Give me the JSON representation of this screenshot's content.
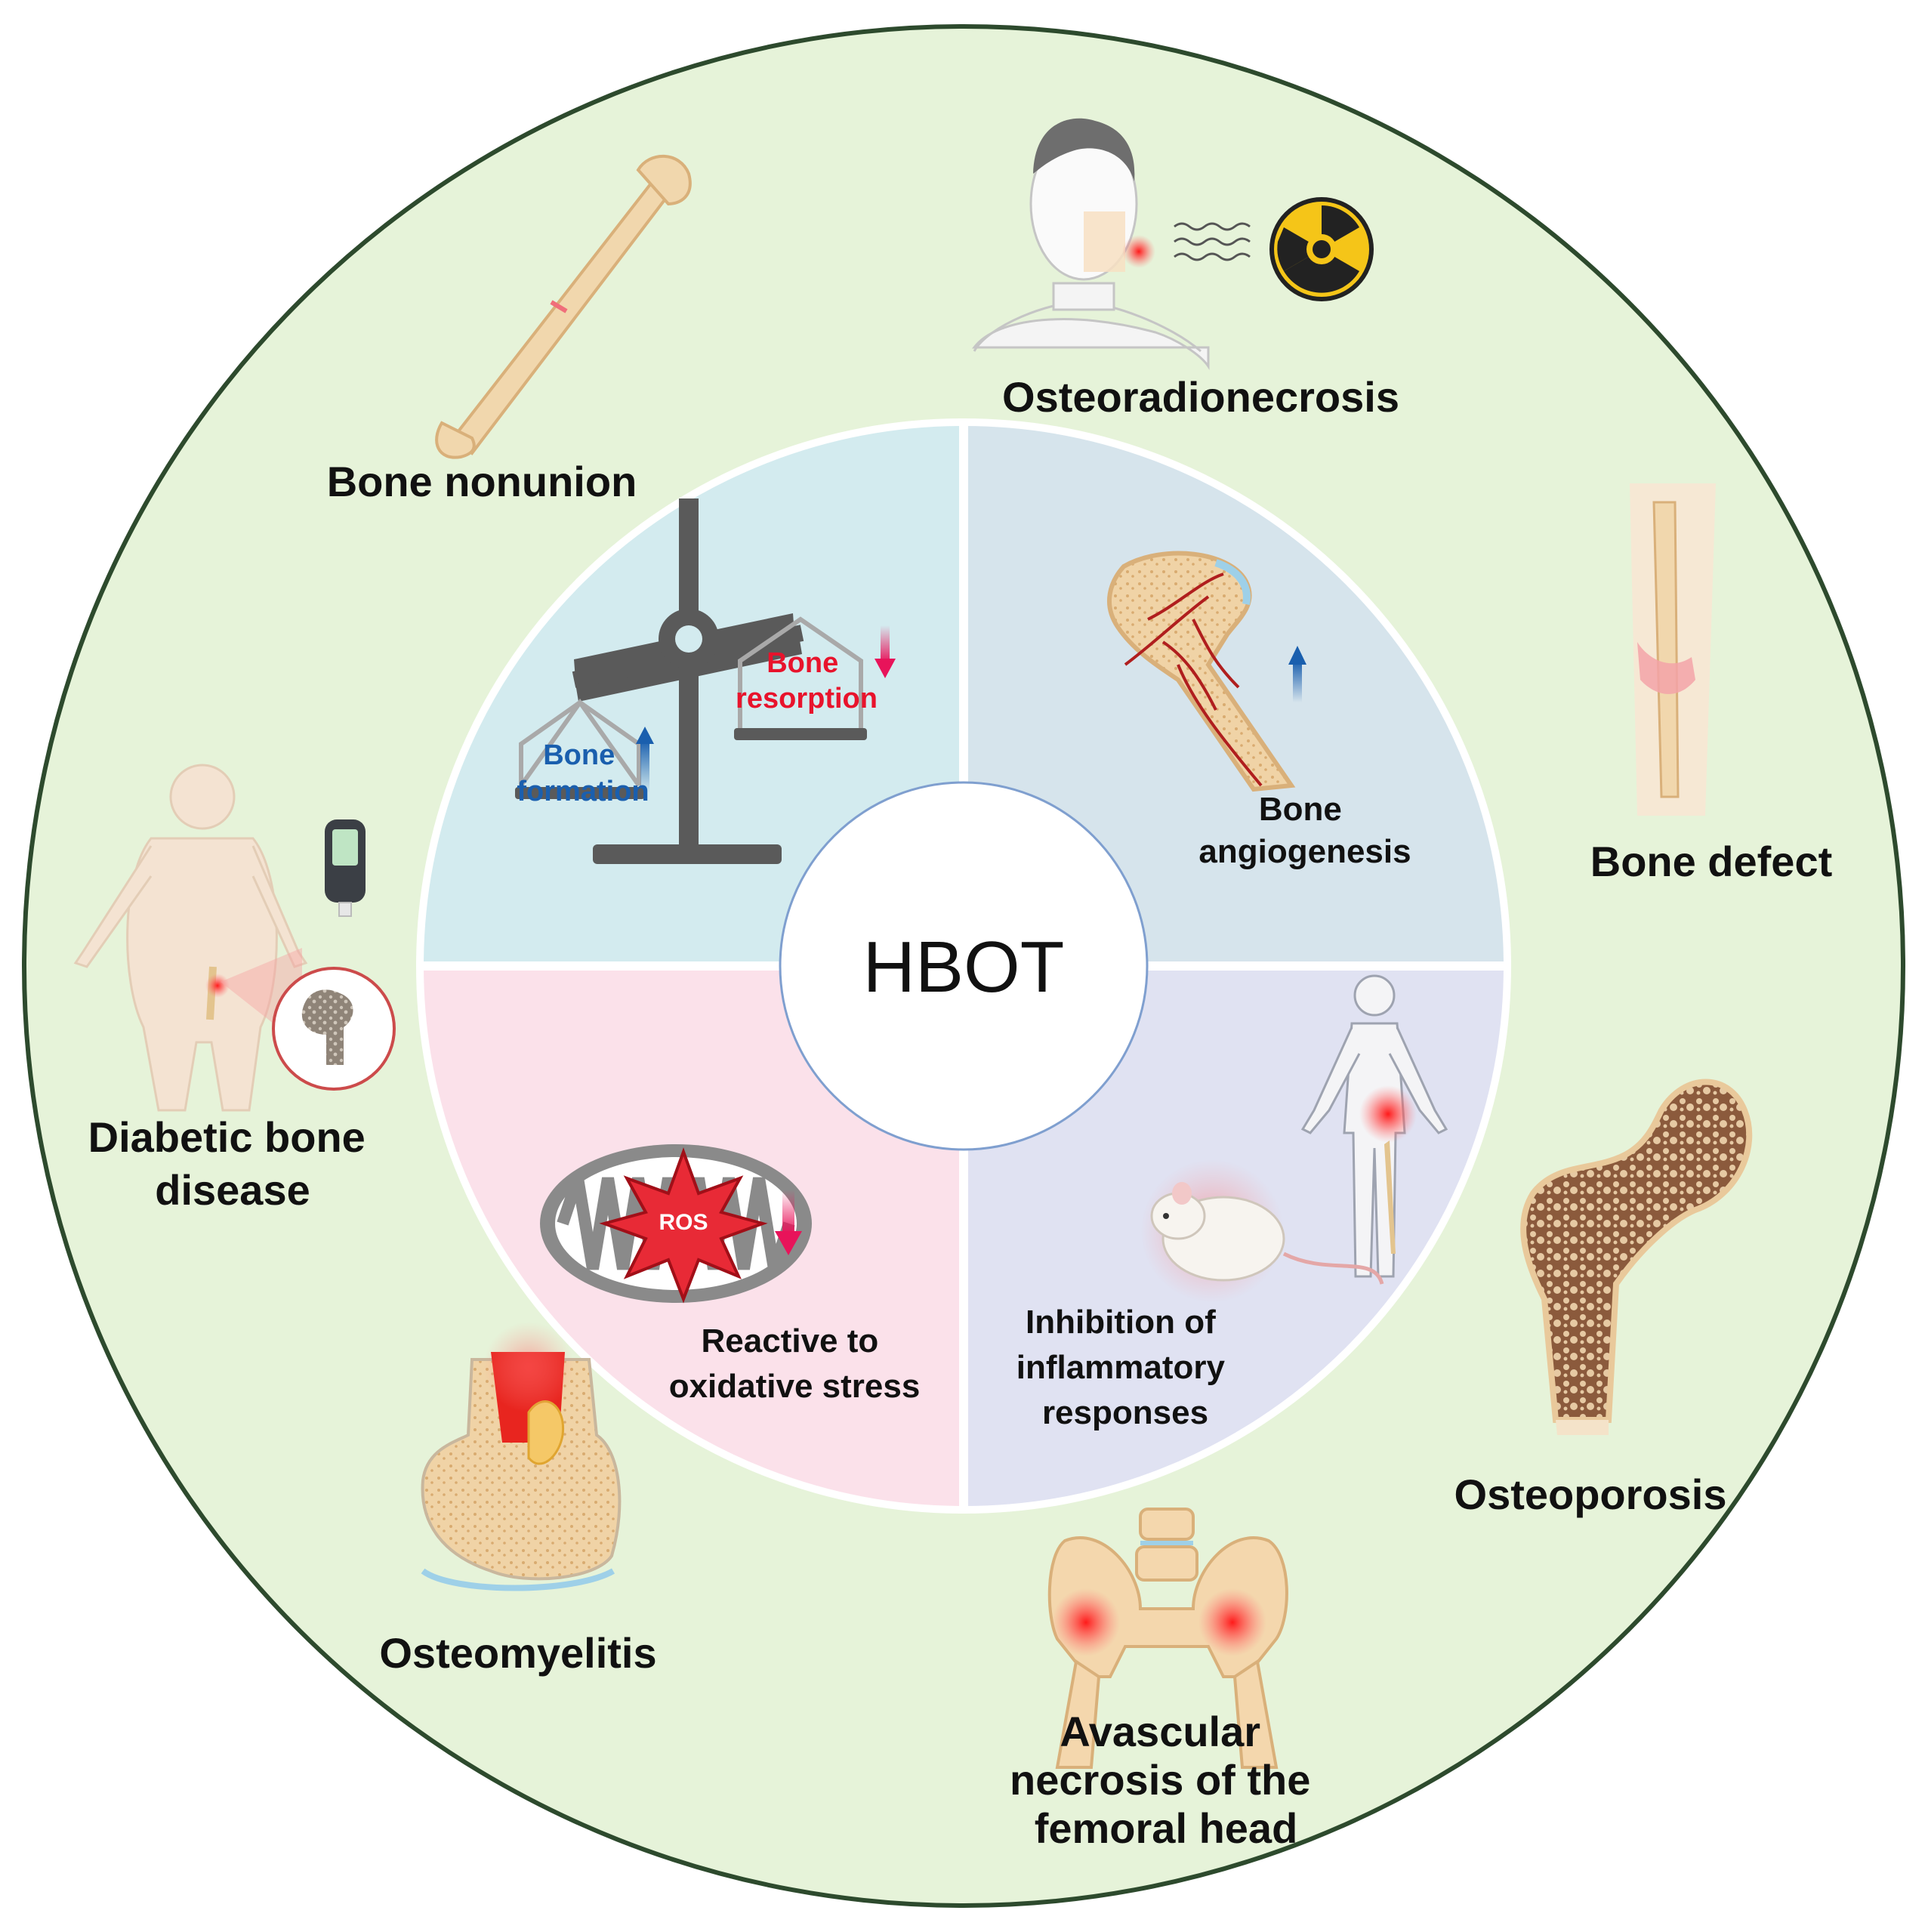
{
  "center": {
    "label": "HBOT"
  },
  "quadrants": {
    "top_left": {
      "balance": {
        "formation": [
          "Bone",
          "formation"
        ],
        "resorption": [
          "Bone",
          "resorption"
        ]
      }
    },
    "top_right": {
      "label": [
        "Bone",
        "angiogenesis"
      ]
    },
    "bottom_left": {
      "ros": "ROS",
      "label": [
        "Reactive to",
        "oxidative stress"
      ]
    },
    "bottom_right": {
      "label": [
        "Inhibition of",
        "inflammatory",
        "responses"
      ]
    }
  },
  "conditions": {
    "bone_nonunion": "Bone  nonunion",
    "osteoradionecrosis": "Osteoradionecrosis",
    "bone_defect": "Bone defect",
    "diabetic": [
      "Diabetic bone",
      "disease"
    ],
    "osteoporosis": "Osteoporosis",
    "osteomyelitis": "Osteomyelitis",
    "avascular": [
      "Avascular",
      "necrosis of the",
      "femoral head"
    ]
  },
  "colors": {
    "outer_bg": "#e6f3d9",
    "outer_stroke": "#2d4a2d",
    "q_top_left": "#d3ebef",
    "q_top_right": "#d6e4ec",
    "q_bottom_left": "#fbe1ea",
    "q_bottom_right": "#e0e2f2",
    "divider": "#ffffff",
    "up_arrow": "#1a5fae",
    "down_arrow": "#e8135a"
  }
}
